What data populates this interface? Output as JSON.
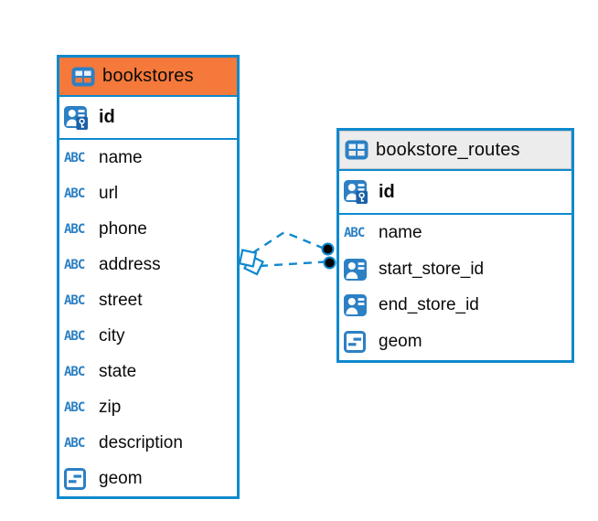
{
  "diagram": {
    "icons": {
      "abc_label": "ABC"
    },
    "colors": {
      "entity_border": "#0F89CE",
      "icon_blue": "#2C80C4",
      "pk_key_box": "#1A61A8",
      "bookstores_header": "#F5793A",
      "routes_header": "#ECECEC",
      "connector_line": "#0F89CE",
      "endpoint_dot": "#000000"
    },
    "entities": [
      {
        "title": "bookstores",
        "pk": {
          "label": "id"
        },
        "columns": [
          {
            "label": "name"
          },
          {
            "label": "url"
          },
          {
            "label": "phone"
          },
          {
            "label": "address"
          },
          {
            "label": "street"
          },
          {
            "label": "city"
          },
          {
            "label": "state"
          },
          {
            "label": "zip"
          },
          {
            "label": "description"
          },
          {
            "label": "geom"
          }
        ]
      },
      {
        "title": "bookstore_routes",
        "pk": {
          "label": "id"
        },
        "columns": [
          {
            "label": "name"
          },
          {
            "label": "start_store_id"
          },
          {
            "label": "end_store_id"
          },
          {
            "label": "geom"
          }
        ]
      }
    ],
    "relationships": [
      {
        "between": [
          "bookstore_routes",
          "bookstores"
        ],
        "style": "dashed",
        "marker_start": "black-dot",
        "marker_end": "stacked-diamonds"
      },
      {
        "between": [
          "bookstore_routes",
          "bookstores"
        ],
        "style": "dashed",
        "marker_start": "black-dot",
        "marker_end": "stacked-diamonds"
      }
    ]
  }
}
